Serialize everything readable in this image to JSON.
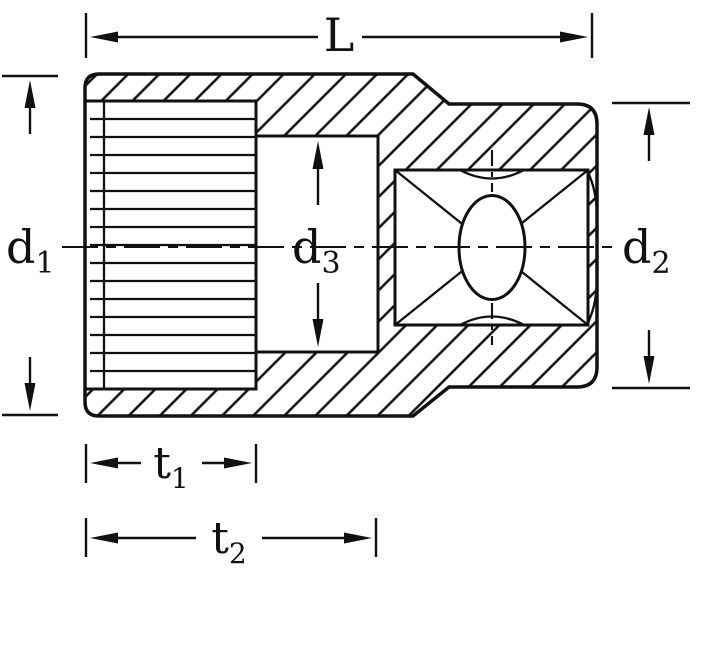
{
  "colors": {
    "ink": "#111111",
    "paper": "#ffffff"
  },
  "labels": {
    "L": {
      "base": "L",
      "sub": ""
    },
    "d1": {
      "base": "d",
      "sub": "1"
    },
    "d2": {
      "base": "d",
      "sub": "2"
    },
    "d3": {
      "base": "d",
      "sub": "3"
    },
    "t1": {
      "base": "t",
      "sub": "1"
    },
    "t2": {
      "base": "t",
      "sub": "2"
    }
  }
}
